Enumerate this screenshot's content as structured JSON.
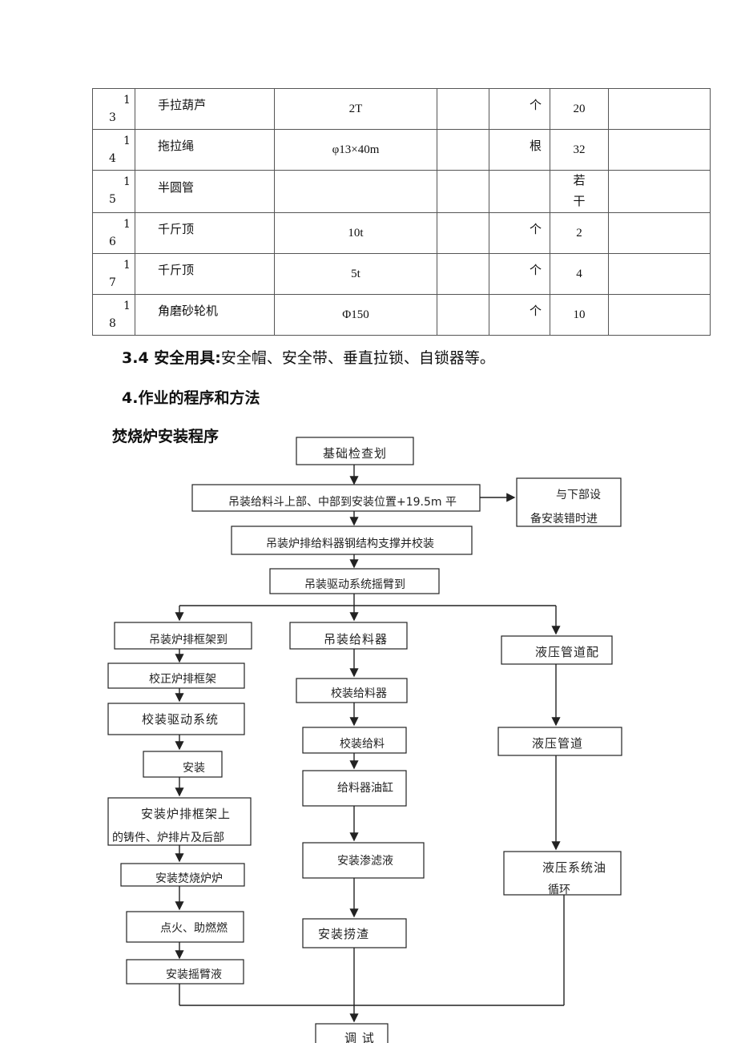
{
  "table": {
    "rows": [
      {
        "no_a": "1",
        "no_b": "3",
        "name": "手拉葫芦",
        "spec": "2T",
        "unit": "个",
        "qty": "20"
      },
      {
        "no_a": "1",
        "no_b": "4",
        "name": "拖拉绳",
        "spec": "φ13×40m",
        "unit": "根",
        "qty": "32"
      },
      {
        "no_a": "1",
        "no_b": "5",
        "name": "半圆管",
        "spec": "",
        "unit": "",
        "qty_a": "若",
        "qty_b": "干"
      },
      {
        "no_a": "1",
        "no_b": "6",
        "name": "千斤顶",
        "spec": "10t",
        "unit": "个",
        "qty": "2"
      },
      {
        "no_a": "1",
        "no_b": "7",
        "name": "千斤顶",
        "spec": "5t",
        "unit": "个",
        "qty": "4"
      },
      {
        "no_a": "1",
        "no_b": "8",
        "name": "角磨砂轮机",
        "spec": "Φ150",
        "unit": "个",
        "qty": "10"
      }
    ]
  },
  "safety": {
    "label": "3.4 安全用具:",
    "text": "安全帽、安全带、垂直拉锁、自锁器等。"
  },
  "section4": "4.作业的程序和方法",
  "flow_title": "焚烧炉安装程序",
  "flow": {
    "b01": "基础检查划",
    "b02": "吊装给料斗上部、中部到安装位置+19.5m 平",
    "b03a": "与下部设",
    "b03b": "备安装错时进",
    "b04": "吊装炉排给料器钢结构支撑并校装",
    "b05": "吊装驱动系统摇臂到",
    "b06": "吊装炉排框架到",
    "b07": "吊装给料器",
    "b08": "液压管道配",
    "b09": "校正炉排框架",
    "b10": "校装给料器",
    "b11": "校装驱动系统",
    "b12": "校装给料",
    "b13": "液压管道",
    "b14": "安装",
    "b15": "给料器油缸",
    "b16a": "安装炉排框架上",
    "b16b": "的铸件、炉排片及后部",
    "b17": "安装渗滤液",
    "b18a": "液压系统油",
    "b18b": "循环",
    "b19": "安装焚烧炉炉",
    "b20": "点火、助燃燃",
    "b21": "安装捞渣",
    "b22": "安装摇臂液",
    "b23": "调 试"
  }
}
